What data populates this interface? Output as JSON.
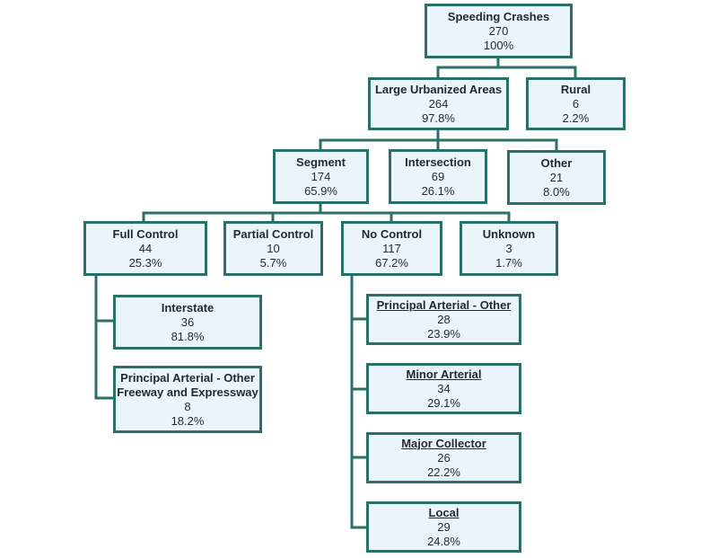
{
  "nodes": {
    "speeding": {
      "title": "Speeding Crashes",
      "count": "270",
      "pct": "100%"
    },
    "urban": {
      "title": "Large Urbanized Areas",
      "count": "264",
      "pct": "97.8%"
    },
    "rural": {
      "title": "Rural",
      "count": "6",
      "pct": "2.2%"
    },
    "segment": {
      "title": "Segment",
      "count": "174",
      "pct": "65.9%"
    },
    "intersection": {
      "title": "Intersection",
      "count": "69",
      "pct": "26.1%"
    },
    "other": {
      "title": "Other",
      "count": "21",
      "pct": "8.0%"
    },
    "full_control": {
      "title": "Full Control",
      "count": "44",
      "pct": "25.3%"
    },
    "partial_control": {
      "title": "Partial Control",
      "count": "10",
      "pct": "5.7%"
    },
    "no_control": {
      "title": "No Control",
      "count": "117",
      "pct": "67.2%"
    },
    "unknown": {
      "title": "Unknown",
      "count": "3",
      "pct": "1.7%"
    },
    "interstate": {
      "title": "Interstate",
      "count": "36",
      "pct": "81.8%"
    },
    "pa_freeway": {
      "title_line1": "Principal Arterial - Other",
      "title_line2": "Freeway and Expressway",
      "count": "8",
      "pct": "18.2%"
    },
    "pa_other": {
      "title": "Principal Arterial - Other",
      "count": "28",
      "pct": "23.9%"
    },
    "minor_arterial": {
      "title": "Minor Arterial",
      "count": "34",
      "pct": "29.1%"
    },
    "major_collector": {
      "title": "Major Collector",
      "count": "26",
      "pct": "22.2%"
    },
    "local": {
      "title": "Local",
      "count": "29",
      "pct": "24.8%"
    }
  },
  "colors": {
    "border": "#2b7068",
    "fill": "#eaf4fb",
    "connector": "#2b7068"
  }
}
